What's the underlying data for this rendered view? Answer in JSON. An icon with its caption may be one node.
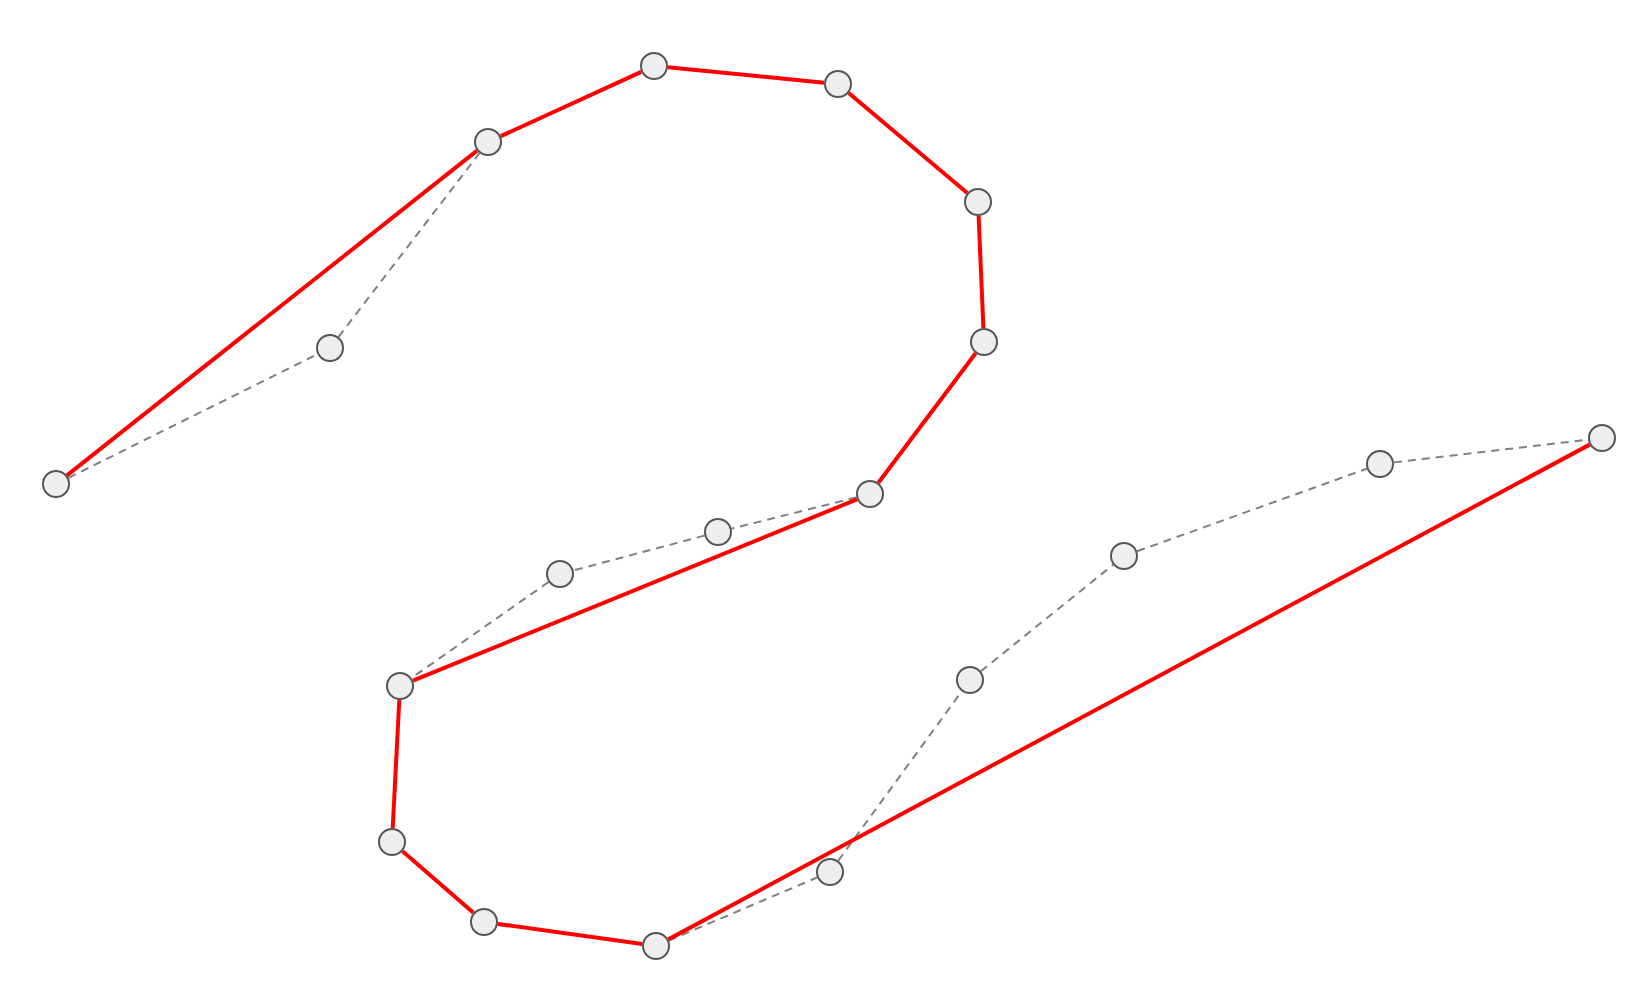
{
  "diagram": {
    "nodes": [
      {
        "text": [],
        "shape": "circle"
      },
      {
        "text": [],
        "shape": "circle"
      },
      {
        "text": [],
        "shape": "circle"
      },
      {
        "text": [],
        "shape": "circle"
      },
      {
        "text": [],
        "shape": "circle"
      },
      {
        "text": [],
        "shape": "circle"
      },
      {
        "text": [],
        "shape": "circle"
      },
      {
        "text": [],
        "shape": "circle"
      },
      {
        "text": [],
        "shape": "circle"
      },
      {
        "text": [],
        "shape": "circle"
      },
      {
        "text": [],
        "shape": "circle"
      },
      {
        "text": [],
        "shape": "circle"
      },
      {
        "text": [],
        "shape": "circle"
      },
      {
        "text": [],
        "shape": "circle"
      },
      {
        "text": [],
        "shape": "circle"
      },
      {
        "text": [],
        "shape": "circle"
      },
      {
        "text": [],
        "shape": "circle"
      },
      {
        "text": [],
        "shape": "circle"
      },
      {
        "text": [],
        "shape": "circle"
      }
    ],
    "edges": [
      {
        "from": 0,
        "to": 1,
        "arrow": "none",
        "style": "dashed",
        "color": "#808080"
      },
      {
        "from": 1,
        "to": 2,
        "arrow": "none",
        "style": "dashed",
        "color": "#808080"
      },
      {
        "from": 7,
        "to": 8,
        "arrow": "none",
        "style": "dashed",
        "color": "#808080"
      },
      {
        "from": 8,
        "to": 9,
        "arrow": "none",
        "style": "dashed",
        "color": "#808080"
      },
      {
        "from": 9,
        "to": 10,
        "arrow": "none",
        "style": "dashed",
        "color": "#808080"
      },
      {
        "from": 13,
        "to": 14,
        "arrow": "none",
        "style": "dashed",
        "color": "#808080"
      },
      {
        "from": 14,
        "to": 15,
        "arrow": "none",
        "style": "dashed",
        "color": "#808080"
      },
      {
        "from": 15,
        "to": 16,
        "arrow": "none",
        "style": "dashed",
        "color": "#808080"
      },
      {
        "from": 16,
        "to": 17,
        "arrow": "none",
        "style": "dashed",
        "color": "#808080"
      },
      {
        "from": 17,
        "to": 18,
        "arrow": "none",
        "style": "dashed",
        "color": "#808080"
      },
      {
        "from": 0,
        "to": 2,
        "arrow": "none"
      },
      {
        "from": 2,
        "to": 3,
        "arrow": "none"
      },
      {
        "from": 3,
        "to": 4,
        "arrow": "none"
      },
      {
        "from": 4,
        "to": 5,
        "arrow": "none"
      },
      {
        "from": 5,
        "to": 6,
        "arrow": "none"
      },
      {
        "from": 6,
        "to": 7,
        "arrow": "none"
      },
      {
        "from": 7,
        "to": 10,
        "arrow": "none"
      },
      {
        "from": 10,
        "to": 11,
        "arrow": "none"
      },
      {
        "from": 11,
        "to": 12,
        "arrow": "none"
      },
      {
        "from": 12,
        "to": 13,
        "arrow": "none"
      },
      {
        "from": 13,
        "to": 18,
        "arrow": "none"
      }
    ]
  }
}
